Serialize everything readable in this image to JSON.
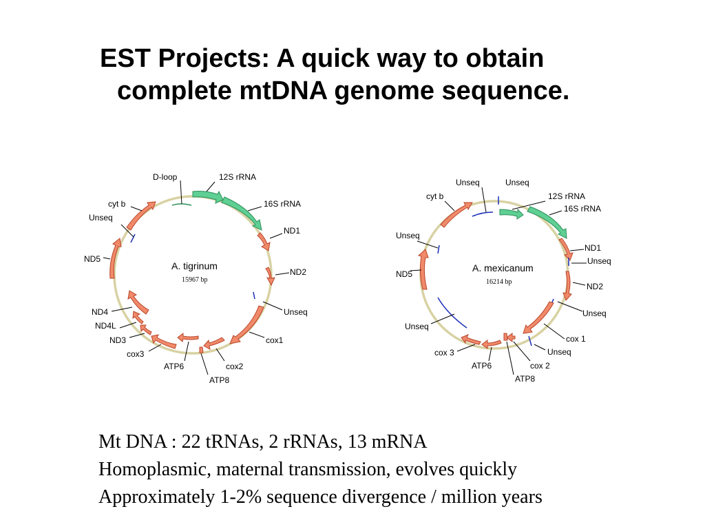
{
  "title": {
    "line1": "EST Projects: A quick way to obtain",
    "line2": "complete mtDNA genome sequence."
  },
  "colors": {
    "gene": "#f08a6a",
    "gene_stroke": "#b8442a",
    "rrna": "#5fcf93",
    "rrna_stroke": "#2d8f5b",
    "circle": "#d8d2a3",
    "unseq": "#1a2eb8"
  },
  "maps": [
    {
      "species": "A. tigrinum",
      "length": "15967 bp",
      "labels": {
        "dloop": "D-loop",
        "rrna12": "12S rRNA",
        "rrna16": "16S rRNA",
        "nd1": "ND1",
        "nd2": "ND2",
        "unseq_right": "Unseq",
        "cox1": "cox1",
        "cox2": "cox2",
        "atp8": "ATP8",
        "atp6": "ATP6",
        "cox3": "cox3",
        "nd3": "ND3",
        "nd4l": "ND4L",
        "nd4": "ND4",
        "nd5": "ND5",
        "unseq_left": "Unseq",
        "cytb": "cyt b"
      }
    },
    {
      "species": "A. mexicanum",
      "length": "16214 bp",
      "labels": {
        "unseq_top1": "Unseq",
        "unseq_top2": "Unseq",
        "cytb": "cyt b",
        "rrna12": "12S rRNA",
        "rrna16": "16S rRNA",
        "nd1": "ND1",
        "unseq_nd1": "Unseq",
        "nd2": "ND2",
        "unseq_nd2": "Unseq",
        "cox1": "cox 1",
        "unseq_cox1": "Unseq",
        "cox2": "cox 2",
        "atp8": "ATP8",
        "atp6": "ATP6",
        "cox3": "cox 3",
        "unseq_lowleft": "Unseq",
        "nd5": "ND5",
        "unseq_left": "Unseq"
      }
    }
  ],
  "bullets": [
    "Mt DNA : 22 tRNAs, 2 rRNAs, 13 mRNA",
    "Homoplasmic, maternal transmission, evolves quickly",
    "Approximately 1-2% sequence divergence / million years"
  ]
}
